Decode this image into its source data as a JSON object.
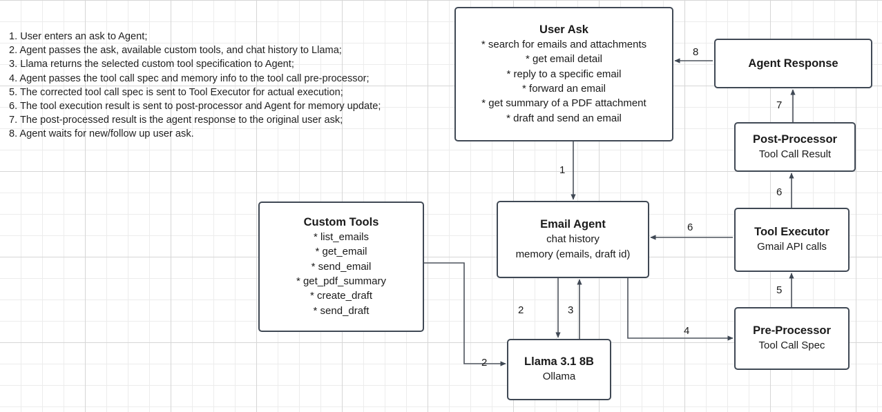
{
  "legend": {
    "lines": [
      "1. User enters an ask to Agent;",
      "2. Agent passes the ask, available custom tools, and chat history to Llama;",
      "3. Llama returns the selected custom tool specification to Agent;",
      "4. Agent passes the tool call spec and memory info to the tool call pre-processor;",
      "5. The corrected tool call spec is sent to Tool Executor for actual execution;",
      "6. The tool execution result is sent to post-processor and Agent for memory update;",
      "7. The post-processed result is the agent response to the original user ask;",
      "8. Agent waits for new/follow up user ask."
    ]
  },
  "nodes": {
    "user_ask": {
      "title": "User Ask",
      "items": [
        "* search for emails and attachments",
        "* get email detail",
        "* reply to a specific email",
        "* forward an email",
        "* get summary of a PDF attachment",
        "* draft and send an email"
      ]
    },
    "agent_response": {
      "title": "Agent Response"
    },
    "post_processor": {
      "title": "Post-Processor",
      "subtitle": "Tool Call Result"
    },
    "custom_tools": {
      "title": "Custom Tools",
      "items": [
        "* list_emails",
        "* get_email",
        "* send_email",
        "* get_pdf_summary",
        "* create_draft",
        "* send_draft"
      ]
    },
    "email_agent": {
      "title": "Email Agent",
      "subtitle_1": "chat history",
      "subtitle_2": "memory (emails, draft id)"
    },
    "tool_executor": {
      "title": "Tool Executor",
      "subtitle": "Gmail API calls"
    },
    "pre_processor": {
      "title": "Pre-Processor",
      "subtitle": "Tool Call Spec"
    },
    "llama": {
      "title": "Llama 3.1 8B",
      "subtitle": "Ollama"
    }
  },
  "edges": {
    "user_ask_to_email_agent": "1",
    "email_agent_to_llama": "2",
    "custom_tools_to_llama": "2",
    "llama_to_email_agent": "3",
    "email_agent_to_pre_processor": "4",
    "pre_processor_to_tool_executor": "5",
    "tool_executor_to_email_agent": "6",
    "tool_executor_to_post_processor": "6",
    "post_processor_to_agent_response": "7",
    "agent_response_to_user_ask": "8"
  },
  "colors": {
    "node_border": "#3f4854",
    "edge_stroke": "#4c525c",
    "grid_minor": "#ececec",
    "grid_major": "#d6d6d6",
    "text": "#1a1a1a"
  }
}
